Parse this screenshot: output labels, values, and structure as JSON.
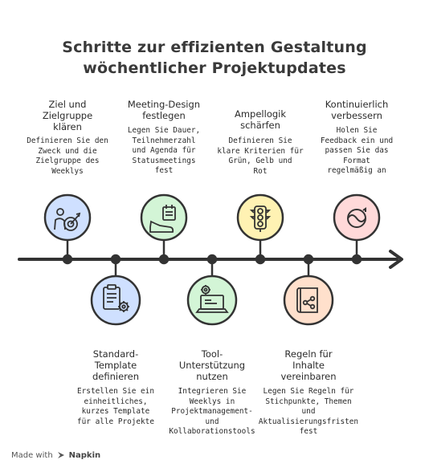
{
  "title": {
    "line1": "Schritte zur effizienten Gestaltung",
    "line2": "wöchentlicher Projektupdates"
  },
  "steps": [
    {
      "title": [
        "Ziel und",
        "Zielgruppe",
        "klären"
      ],
      "desc": [
        "Definieren Sie den",
        "Zweck und die",
        "Zielgruppe des",
        "Weeklys"
      ],
      "icon": "target-archer-icon",
      "color": "#cfe0ff"
    },
    {
      "title": [
        "Standard-",
        "Template",
        "definieren"
      ],
      "desc": [
        "Erstellen Sie ein",
        "einheitliches,",
        "kurzes Template",
        "für alle Projekte"
      ],
      "icon": "document-gear-icon",
      "color": "#cfe0ff"
    },
    {
      "title": [
        "Meeting-Design",
        "festlegen"
      ],
      "desc": [
        "Legen Sie Dauer,",
        "Teilnehmerzahl",
        "und Agenda für",
        "Statusmeetings",
        "fest"
      ],
      "icon": "calendar-shoe-icon",
      "color": "#d3f5d6"
    },
    {
      "title": [
        "Tool-",
        "Unterstützung",
        "nutzen"
      ],
      "desc": [
        "Integrieren Sie",
        "Weeklys in",
        "Projektmanagement-",
        "und",
        "Kollaborationstools"
      ],
      "icon": "laptop-gear-icon",
      "color": "#d3f5d6"
    },
    {
      "title": [
        "Ampellogik",
        "schärfen"
      ],
      "desc": [
        "Definieren Sie",
        "klare Kriterien für",
        "Grün, Gelb und",
        "Rot"
      ],
      "icon": "traffic-light-icon",
      "color": "#fff2b3"
    },
    {
      "title": [
        "Regeln für",
        "Inhalte",
        "vereinbaren"
      ],
      "desc": [
        "Legen Sie Regeln für",
        "Stichpunkte, Themen",
        "und",
        "Aktualisierungsfristen",
        "fest"
      ],
      "icon": "book-share-icon",
      "color": "#ffe0cc"
    },
    {
      "title": [
        "Kontinuierlich",
        "verbessern"
      ],
      "desc": [
        "Holen Sie",
        "Feedback ein und",
        "passen Sie das",
        "Format",
        "regelmäßig an"
      ],
      "icon": "infinity-loop-icon",
      "color": "#ffd9d9"
    }
  ],
  "footer": {
    "made_with": "Made with",
    "brand": "Napkin",
    "icon": "napkin-logo-icon"
  }
}
